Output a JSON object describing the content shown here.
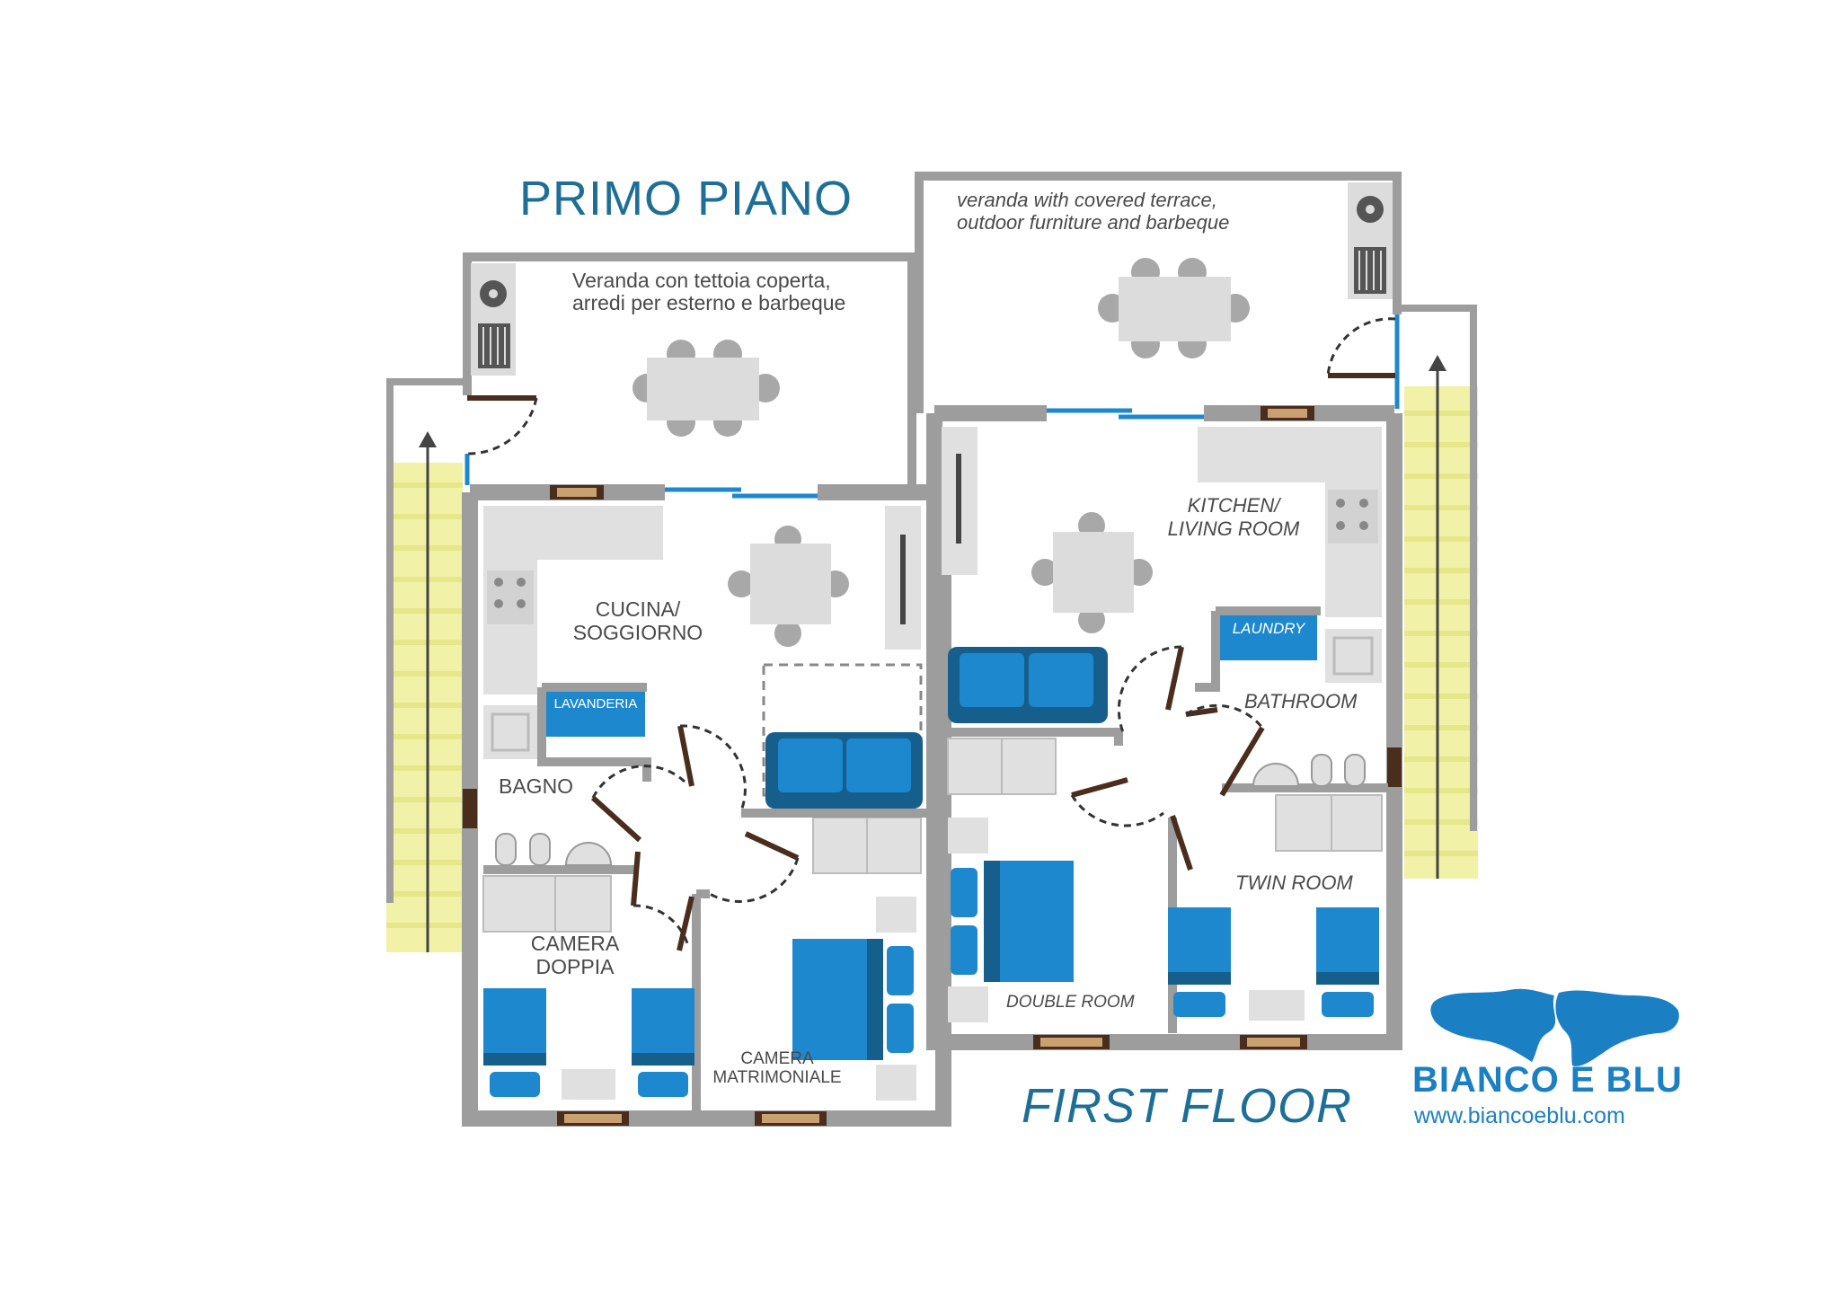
{
  "titles": {
    "italian": "PRIMO PIANO",
    "english": "FIRST FLOOR"
  },
  "veranda": {
    "italian_line1": "Veranda con tettoia coperta,",
    "italian_line2": "arredi per esterno e barbeque",
    "english_line1": "veranda with covered terrace,",
    "english_line2": "outdoor furniture and barbeque"
  },
  "rooms_it": {
    "kitchen_line1": "CUCINA/",
    "kitchen_line2": "SOGGIORNO",
    "laundry": "LAVANDERIA",
    "bathroom": "BAGNO",
    "twin_line1": "CAMERA",
    "twin_line2": "DOPPIA",
    "double_line1": "CAMERA",
    "double_line2": "MATRIMONIALE"
  },
  "rooms_en": {
    "kitchen_line1": "KITCHEN/",
    "kitchen_line2": "LIVING ROOM",
    "laundry": "LAUNDRY",
    "bathroom": "BATHROOM",
    "twin": "TWIN ROOM",
    "double": "DOUBLE ROOM"
  },
  "brand": {
    "name": "BIANCO E BLU",
    "url": "www.biancoeblu.com"
  },
  "colors": {
    "wall": "#9d9d9d",
    "furniture_blue": "#1e88cf",
    "furniture_dark_blue": "#165f8d",
    "furniture_grey": "#e0e0e0",
    "stair_yellow": "#f1f1a8",
    "door_brown": "#4a2d1c",
    "title_blue": "#1e6f98"
  }
}
